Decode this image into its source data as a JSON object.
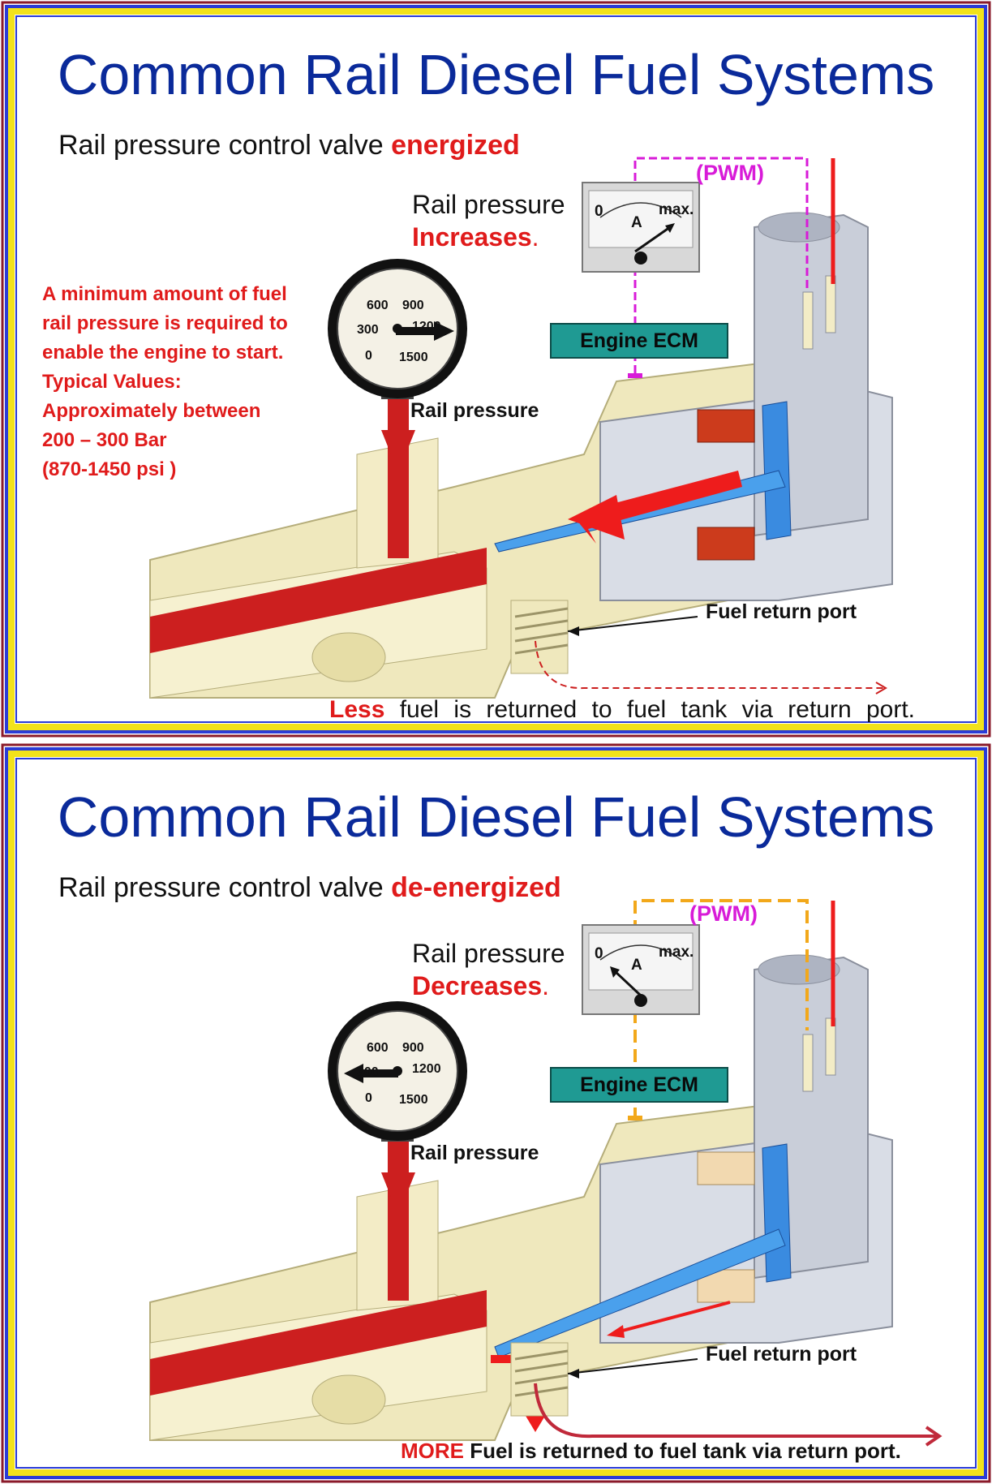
{
  "slides": [
    {
      "title": "Common Rail Diesel Fuel Systems",
      "subtitle_prefix": "Rail pressure control valve ",
      "subtitle_state": "energized",
      "pwm": "(PWM)",
      "rail_pressure_line1": "Rail pressure",
      "rail_pressure_line2": "Increases",
      "rail_pressure_dot": ".",
      "ecm_label": "Engine ECM",
      "gauge_label": "Rail pressure",
      "return_port_label": "Fuel return port",
      "bottom_emphasis": "Less",
      "bottom_text": " fuel is returned to fuel tank via return port.",
      "note_lines": [
        "A minimum amount of fuel",
        "rail pressure is required to",
        "enable the engine to start.",
        "Typical Values:",
        "Approximately between",
        "200 – 300 Bar",
        "(870-1450 psi )"
      ]
    },
    {
      "title": "Common Rail Diesel Fuel Systems",
      "subtitle_prefix": "Rail pressure control valve ",
      "subtitle_state": "de-energized",
      "pwm": "(PWM)",
      "rail_pressure_line1": "Rail pressure",
      "rail_pressure_line2": "Decreases",
      "rail_pressure_dot": ".",
      "ecm_label": "Engine ECM",
      "gauge_label": "Rail pressure",
      "return_port_label": "Fuel return port",
      "bottom_emphasis": "MORE",
      "bottom_text": " Fuel is returned to fuel tank via return port."
    }
  ],
  "gauge_scale": {
    "s600": "600",
    "s900": "900",
    "s300": "300",
    "s1200": "1200",
    "s0": "0",
    "s1500": "1500"
  },
  "ammeter": {
    "zero": "0",
    "max": "max.",
    "unit": "A"
  },
  "colors": {
    "title": "#0a2a9a",
    "highlight": "#e01b1b",
    "pwm": "#d81bd8",
    "ecm": "#1f9a93",
    "frame_yellow": "#f2e21a",
    "frame_blue": "#2a3bd6",
    "fuel_red": "#cc1f1f"
  }
}
